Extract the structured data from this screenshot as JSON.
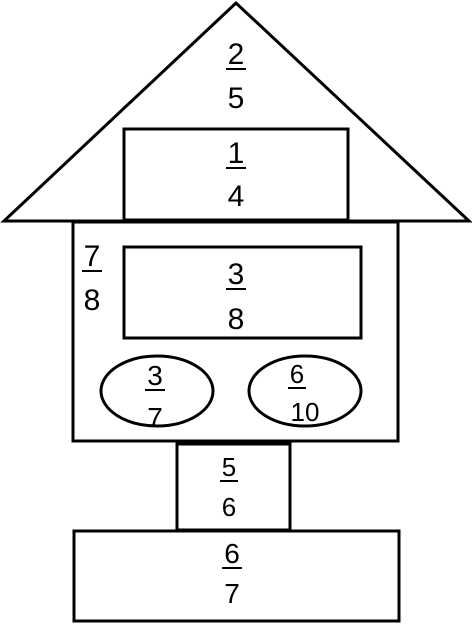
{
  "fractions": {
    "roof": {
      "num": "2",
      "den": "5"
    },
    "chimney": {
      "num": "1",
      "den": "4"
    },
    "house": {
      "num": "7",
      "den": "8"
    },
    "window": {
      "num": "3",
      "den": "8"
    },
    "oval_left": {
      "num": "3",
      "den": "7"
    },
    "oval_right": {
      "num": "6",
      "den": "10"
    },
    "stem": {
      "num": "5",
      "den": "6"
    },
    "base": {
      "num": "6",
      "den": "7"
    }
  }
}
